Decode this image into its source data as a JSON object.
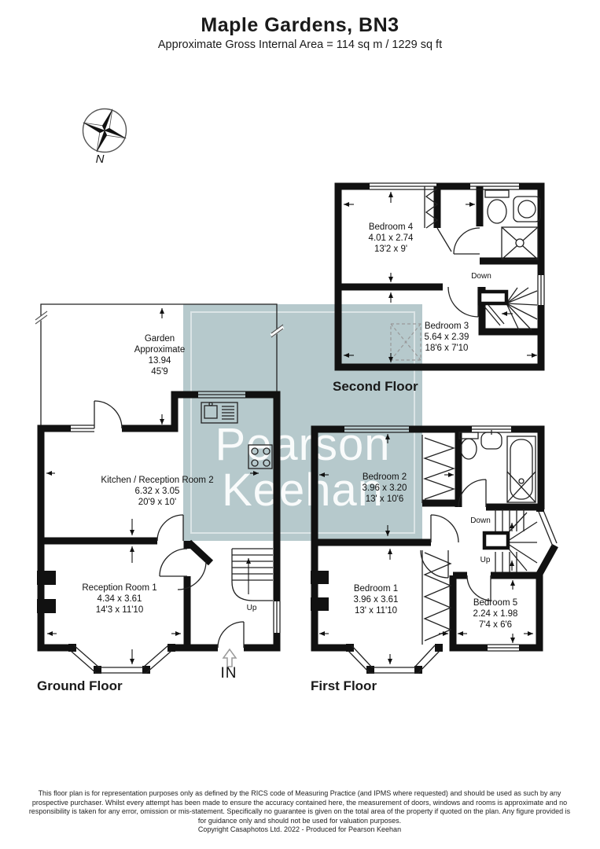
{
  "header": {
    "title": "Maple Gardens, BN3",
    "subtitle": "Approximate Gross Internal Area = 114 sq m / 1229 sq ft"
  },
  "compass": {
    "north_label": "N"
  },
  "watermark": {
    "line1": "Pearson",
    "line2": "Keehan",
    "bg_color": "#b6c9cc"
  },
  "ground_floor": {
    "title": "Ground Floor",
    "garden": {
      "name": "Garden",
      "qualifier": "Approximate",
      "metric": "13.94",
      "imperial": "45'9"
    },
    "kitchen": {
      "name": "Kitchen / Reception Room 2",
      "metric": "6.32 x 3.05",
      "imperial": "20'9 x 10'"
    },
    "reception1": {
      "name": "Reception Room 1",
      "metric": "4.34 x 3.61",
      "imperial": "14'3 x 11'10"
    },
    "stairs_up_label": "Up",
    "entrance_label": "IN"
  },
  "first_floor": {
    "title": "First Floor",
    "bedroom2": {
      "name": "Bedroom 2",
      "metric": "3.96 x 3.20",
      "imperial": "13' x 10'6"
    },
    "bedroom1": {
      "name": "Bedroom 1",
      "metric": "3.96 x 3.61",
      "imperial": "13' x 11'10"
    },
    "bedroom5": {
      "name": "Bedroom 5",
      "metric": "2.24 x 1.98",
      "imperial": "7'4 x 6'6"
    },
    "stairs_down_label": "Down",
    "stairs_up_label": "Up"
  },
  "second_floor": {
    "title": "Second Floor",
    "bedroom4": {
      "name": "Bedroom 4",
      "metric": "4.01 x 2.74",
      "imperial": "13'2 x 9'"
    },
    "bedroom3": {
      "name": "Bedroom 3",
      "metric": "5.64 x 2.39",
      "imperial": "18'6 x 7'10"
    },
    "stairs_down_label": "Down"
  },
  "footer": {
    "disclaimer": "This floor plan is for representation purposes only as defined by the RICS code of Measuring Practice (and IPMS where requested) and should be used as such by any prospective purchaser. Whilst every attempt has been made to ensure the accuracy contained here, the measurement of doors, windows and rooms is approximate and no responsibility is taken for any error, omission or mis-statement. Specifically no guarantee is given on the total area of the property if quoted on the plan. Any figure provided is for guidance only and should not be used for valuation purposes.",
    "copyright": "Copyright Casaphotos Ltd. 2022 - Produced for Pearson Keehan"
  }
}
